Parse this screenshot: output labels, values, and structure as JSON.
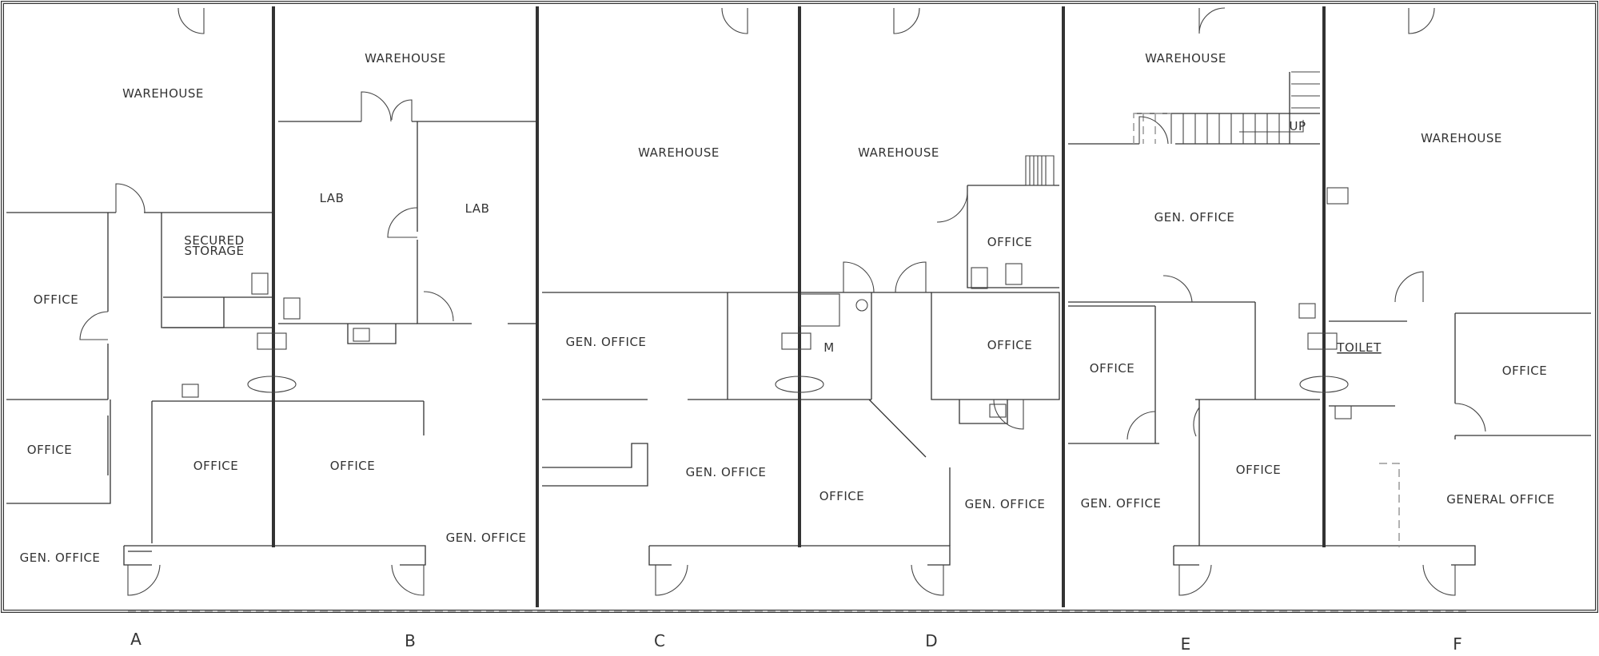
{
  "title": "Floor Plan",
  "rooms": [
    {
      "label": "WAREHOUSE"
    },
    {
      "label": "WAREHOUSE"
    },
    {
      "label": "WAREHOUSE"
    },
    {
      "label": "WAREHOUSE"
    },
    {
      "label": "WAREHOUSE"
    },
    {
      "label": "WAREHOUSE"
    },
    {
      "label": "LAB"
    },
    {
      "label": "LAB"
    },
    {
      "label": "SECURED",
      "label2": "STORAGE"
    },
    {
      "label": "OFFICE"
    },
    {
      "label": "OFFICE"
    },
    {
      "label": "GEN. OFFICE"
    },
    {
      "label": "OFFICE"
    },
    {
      "label": "OFFICE"
    },
    {
      "label": "GEN. OFFICE"
    },
    {
      "label": "GEN. OFFICE"
    },
    {
      "label": "GEN. OFFICE"
    },
    {
      "label": "M"
    },
    {
      "label": "OFFICE"
    },
    {
      "label": "OFFICE"
    },
    {
      "label": "OFFICE"
    },
    {
      "label": "GEN. OFFICE"
    },
    {
      "label": "GEN. OFFICE"
    },
    {
      "label": "OFFICE"
    },
    {
      "label": "GEN. OFFICE"
    },
    {
      "label": "OFFICE"
    },
    {
      "label": "TOILET"
    },
    {
      "label": "OFFICE"
    },
    {
      "label": "GENERAL OFFICE"
    },
    {
      "label": "UP"
    }
  ],
  "grid_lines": [
    "A",
    "B",
    "C",
    "D",
    "E",
    "F"
  ]
}
